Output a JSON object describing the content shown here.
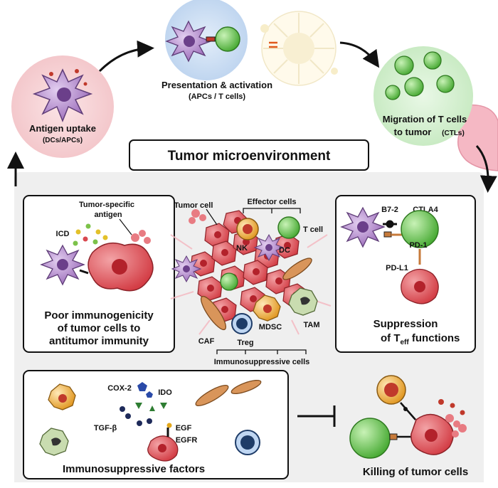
{
  "top_cycle": {
    "antigen_uptake": {
      "title": "Antigen uptake",
      "subtitle": "(DCs/APCs)"
    },
    "presentation": {
      "title": "Presentation & activation",
      "subtitle": "(APCs / T cells)"
    },
    "migration": {
      "title_line1": "Migration of T cells",
      "title_line2": "to tumor",
      "subtitle": "(CTLs)"
    }
  },
  "tme_title": "Tumor microenvironment",
  "left_panel": {
    "label_antigen_line1": "Tumor-specific",
    "label_antigen_line2": "antigen",
    "label_icd": "ICD",
    "caption_line1": "Poor immunogenicity",
    "caption_line2": "of tumor cells to",
    "caption_line3": "antitumor immunity"
  },
  "center": {
    "tumor_cell": "Tumor cell",
    "effector_cells": "Effector cells",
    "nk": "NK",
    "t_cell": "T cell",
    "dc": "DC",
    "caf": "CAF",
    "treg": "Treg",
    "mdsc": "MDSC",
    "tam": "TAM",
    "immunosuppressive_cells": "Immunosuppressive cells"
  },
  "right_panel": {
    "b7_2": "B7-2",
    "ctla4": "CTLA4",
    "pd1": "PD-1",
    "pdl1": "PD-L1",
    "caption_line1": "Suppression",
    "caption_line2_prefix": "of T",
    "caption_sub": "eff",
    "caption_line2_suffix": " functions"
  },
  "bottom_panel": {
    "cox2": "COX-2",
    "ido": "IDO",
    "tgfb": "TGF-β",
    "egf": "EGF",
    "egfr": "EGFR",
    "caption": "Immunosuppressive factors"
  },
  "killing_caption": "Killing of tumor cells",
  "colors": {
    "antigen_bg": "#f7d3d6",
    "presentation_bg": "#c8dcf3",
    "migration_bg": "#d2efcf",
    "tme_bg": "#efefef",
    "tcell_green": "#6fcf52",
    "tumor_red": "#d9484f",
    "dc_purple": "#9b6bb8",
    "mdsc_yellow": "#e8b12a"
  }
}
